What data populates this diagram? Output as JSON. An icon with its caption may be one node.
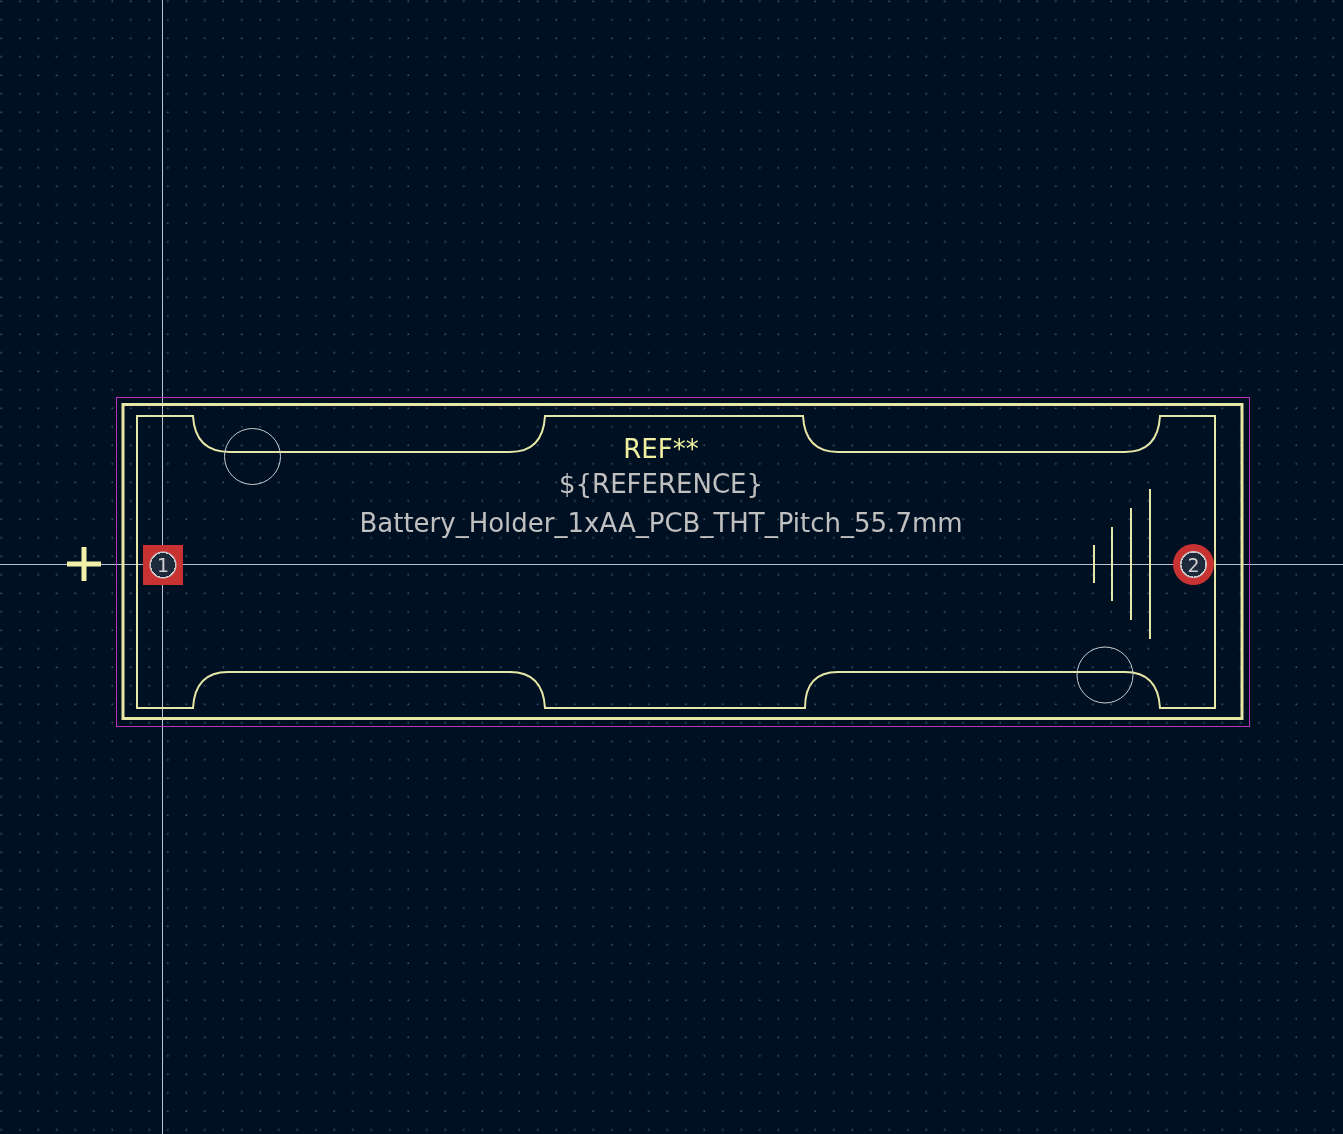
{
  "diagram": {
    "nodes": [
      {
        "text": [
          "1"
        ]
      },
      {
        "text": [
          "2"
        ]
      }
    ],
    "labels": [
      "REF**",
      "${REFERENCE}",
      "Battery_Holder_1xAA_PCB_THT_Pitch_55.7mm"
    ]
  }
}
